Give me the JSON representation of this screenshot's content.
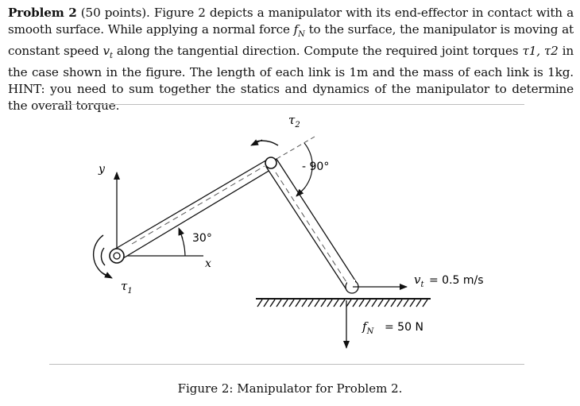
{
  "problem": {
    "heading": "Problem 2",
    "points": "(50 points).",
    "s1": "Figure 2 depicts a manipulator with its end-effector in contact with a smooth surface. While applying a normal force ",
    "fN_sym": "f",
    "fN_sub": "N",
    "s2": " to the surface, the manipulator is moving at constant speed ",
    "vt_sym": "v",
    "vt_sub": "t",
    "s3": " along the tangential direction. Compute the required joint torques ",
    "tau_list": "τ1, τ2",
    "s4": " in the case shown in the figure. The length of each link is 1m and the mass of each link is 1kg. HINT: you need to sum together the statics and dynamics of the manipulator to determine the overall torque."
  },
  "figure": {
    "axis_y": "y",
    "axis_x": "x",
    "angle_30": "30°",
    "angle_90": "- 90°",
    "tau1": "τ",
    "tau1_sub": "1",
    "tau2": "τ",
    "tau2_sub": "2",
    "vt_label": "v",
    "vt_sub": "t",
    "vt_value": "= 0.5 m/s",
    "fN_label": "f",
    "fN_sub": "N",
    "fN_value": "= 50 N",
    "caption": "Figure 2: Manipulator for Problem 2."
  }
}
